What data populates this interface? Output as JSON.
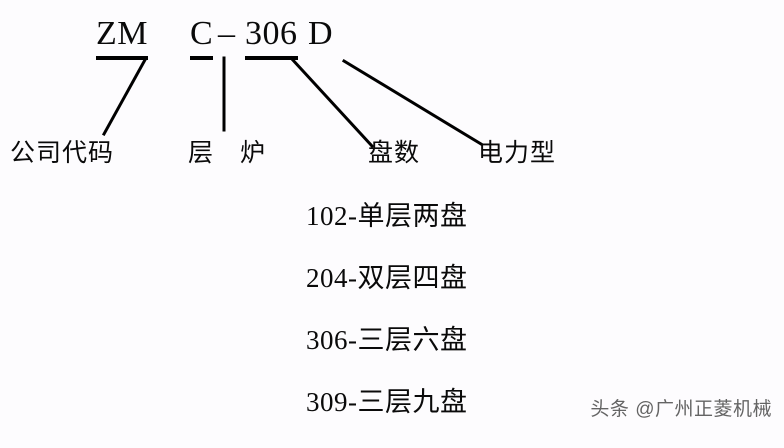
{
  "diagram": {
    "title_code": "ZMC-306D",
    "background_color": "#fdfcfe",
    "line_color": "#000000",
    "text_color": "#0a0a0a",
    "code_segments": [
      {
        "id": "zm",
        "text": "ZM",
        "underlined": true
      },
      {
        "id": "c",
        "text": "C",
        "underlined": true
      },
      {
        "id": "dash",
        "text": "–",
        "underlined": false
      },
      {
        "id": "306",
        "text": "306",
        "underlined": true
      },
      {
        "id": "d",
        "text": "D",
        "underlined": false
      }
    ],
    "callouts": [
      {
        "id": "company",
        "label": "公司代码",
        "connector": "diagonal-left"
      },
      {
        "id": "layers",
        "label": "层　炉",
        "connector": "vertical"
      },
      {
        "id": "plates",
        "label": "盘数",
        "connector": "diagonal-right"
      },
      {
        "id": "power",
        "label": "电力型",
        "connector": "diagonal-right"
      }
    ],
    "legend": {
      "items": [
        {
          "code": "102",
          "text": "102-单层两盘"
        },
        {
          "code": "204",
          "text": "204-双层四盘"
        },
        {
          "code": "306",
          "text": "306-三层六盘"
        },
        {
          "code": "309",
          "text": "309-三层九盘"
        }
      ]
    },
    "watermark": {
      "text": "头条 @广州正菱机械"
    }
  }
}
